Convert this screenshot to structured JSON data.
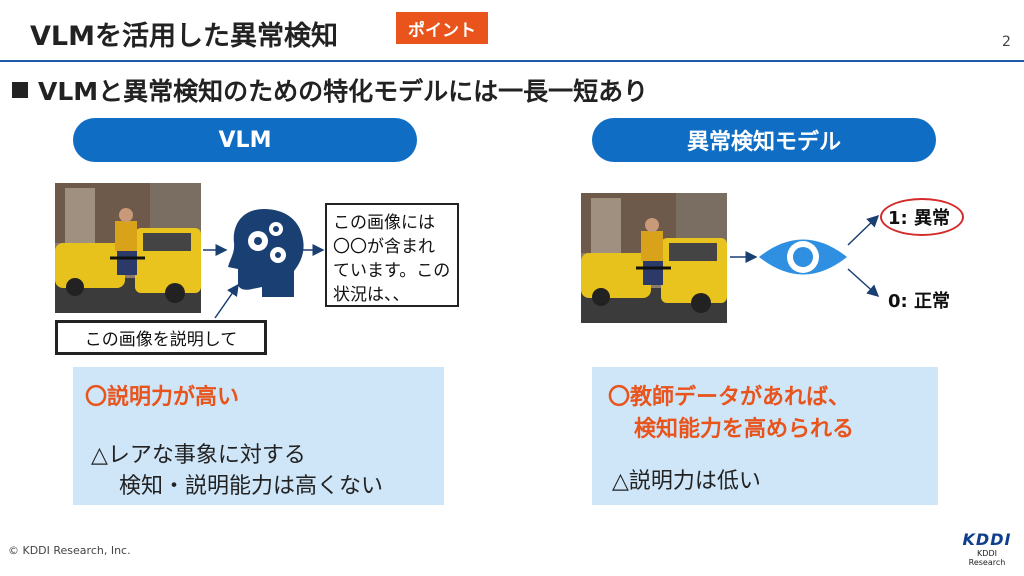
{
  "header": {
    "title": "VLMを活用した異常検知",
    "badge": "ポイント",
    "page_number": "2"
  },
  "heading": "VLMと異常検知のための特化モデルには一長一短あり",
  "left": {
    "pill": "VLM",
    "output_text": "この画像には〇〇が含まれています。この状況は、、",
    "prompt_text": "この画像を説明して",
    "pro": "〇説明力が高い",
    "con_line1": "△レアな事象に対する",
    "con_line2": "検知・説明能力は高くない"
  },
  "right": {
    "pill": "異常検知モデル",
    "out_anomaly": "1: 異常",
    "out_normal": "0: 正常",
    "pro_line1": "〇教師データがあれば、",
    "pro_line2": "検知能力を高められる",
    "con": "△説明力は低い"
  },
  "footer": {
    "copyright": "© KDDI Research, Inc.",
    "logo_text": "KDDI",
    "logo_sub": "KDDI Research"
  },
  "colors": {
    "accent": "#e8541c",
    "blue": "#0f6ec4",
    "panel": "#cfe6f8",
    "navy": "#1a3f72"
  }
}
